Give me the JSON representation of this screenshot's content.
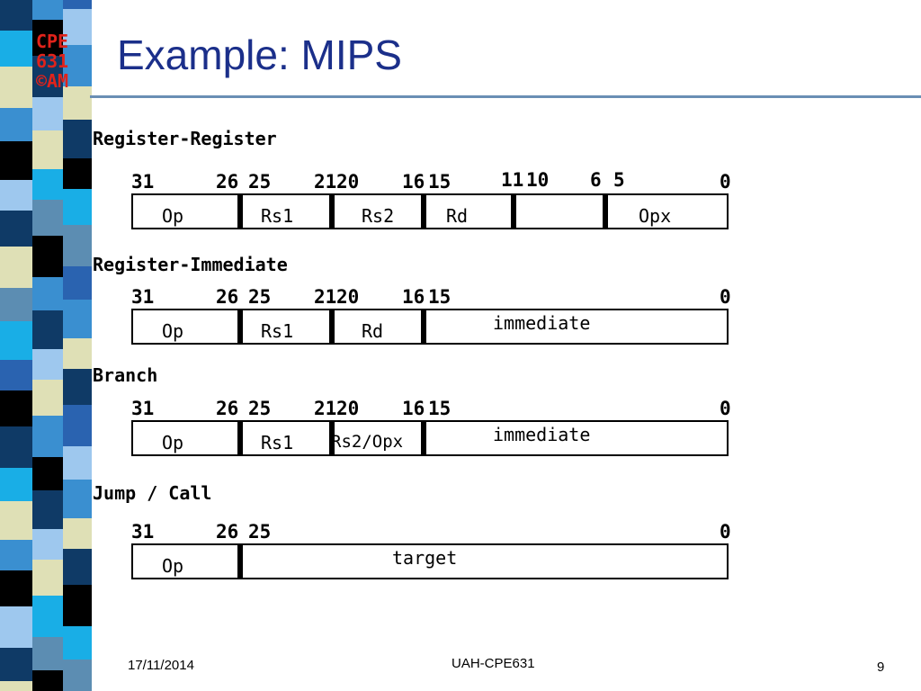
{
  "logo": {
    "line1": "CPE",
    "line2": "631",
    "line3": "©AM"
  },
  "title": "Example: MIPS",
  "formats": {
    "rr": {
      "label": "Register-Register",
      "bits": [
        "31",
        "26",
        "25",
        "21",
        "20",
        "16",
        "15",
        "11",
        "10",
        "6",
        "5",
        "0"
      ],
      "fields": [
        "Op",
        "Rs1",
        "Rs2",
        "Rd",
        "",
        "Opx"
      ]
    },
    "ri": {
      "label": "Register-Immediate",
      "bits": [
        "31",
        "26",
        "25",
        "21",
        "20",
        "16",
        "15",
        "0"
      ],
      "fields": [
        "Op",
        "Rs1",
        "Rd",
        "immediate"
      ]
    },
    "br": {
      "label": "Branch",
      "bits": [
        "31",
        "26",
        "25",
        "21",
        "20",
        "16",
        "15",
        "0"
      ],
      "fields": [
        "Op",
        "Rs1",
        "Rs2/Opx",
        "immediate"
      ]
    },
    "jc": {
      "label": "Jump / Call",
      "bits": [
        "31",
        "26",
        "25",
        "0"
      ],
      "fields": [
        "Op",
        "target"
      ]
    }
  },
  "footer": {
    "date": "17/11/2014",
    "center": "UAH-CPE631",
    "page": "9"
  },
  "colors": {
    "title": "#1b2f8a",
    "logo": "#e0231b",
    "rule": "#6a8eb4",
    "strip": [
      "#0f3a66",
      "#3a8fd0",
      "#19aee6",
      "#9ec8ee",
      "#5c8db2",
      "#dfe0b6",
      "#000000",
      "#2a63b0"
    ]
  }
}
